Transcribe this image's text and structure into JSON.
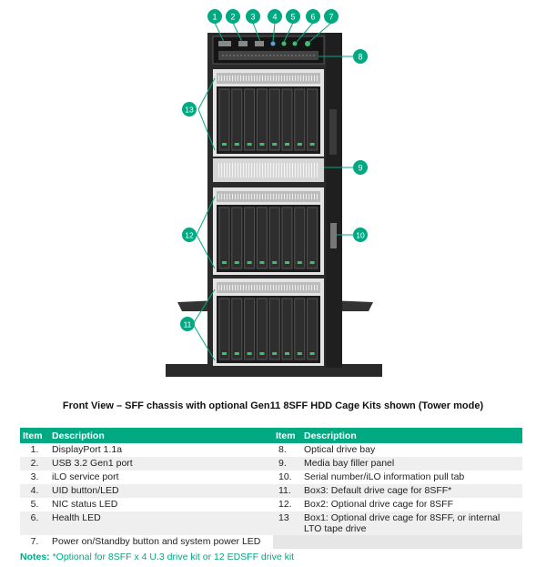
{
  "caption": "Front View – SFF chassis with optional Gen11 8SFF HDD Cage Kits shown (Tower mode)",
  "table": {
    "headers": [
      "Item",
      "Description",
      "Item",
      "Description"
    ],
    "rows": [
      {
        "n1": "1.",
        "d1": "DisplayPort 1.1a",
        "n2": "8.",
        "d2": "Optical drive bay"
      },
      {
        "n1": "2.",
        "d1": "USB 3.2 Gen1 port",
        "n2": "9.",
        "d2": "Media bay filler panel"
      },
      {
        "n1": "3.",
        "d1": "iLO service port",
        "n2": "10.",
        "d2": "Serial number/iLO information pull tab"
      },
      {
        "n1": "4.",
        "d1": "UID button/LED",
        "n2": "11.",
        "d2": "Box3: Default drive cage for 8SFF*"
      },
      {
        "n1": "5.",
        "d1": "NIC status LED",
        "n2": "12.",
        "d2": "Box2: Optional drive cage for 8SFF"
      },
      {
        "n1": "6.",
        "d1": "Health LED",
        "n2": "13",
        "d2": "Box1: Optional drive cage for 8SFF, or internal LTO tape drive"
      },
      {
        "n1": "7.",
        "d1": "Power on/Standby button and system power LED",
        "n2": "",
        "d2": ""
      }
    ]
  },
  "notes": {
    "label": "Notes:",
    "text": "*Optional for 8SFF x 4 U.3 drive kit or 12 EDSFF drive kit"
  },
  "callouts": [
    "1",
    "2",
    "3",
    "4",
    "5",
    "6",
    "7",
    "8",
    "9",
    "10",
    "11",
    "12",
    "13"
  ],
  "colors": {
    "accent": "#01a982",
    "chassis": "#2b2b2b",
    "bezel": "#d8d8d8"
  }
}
